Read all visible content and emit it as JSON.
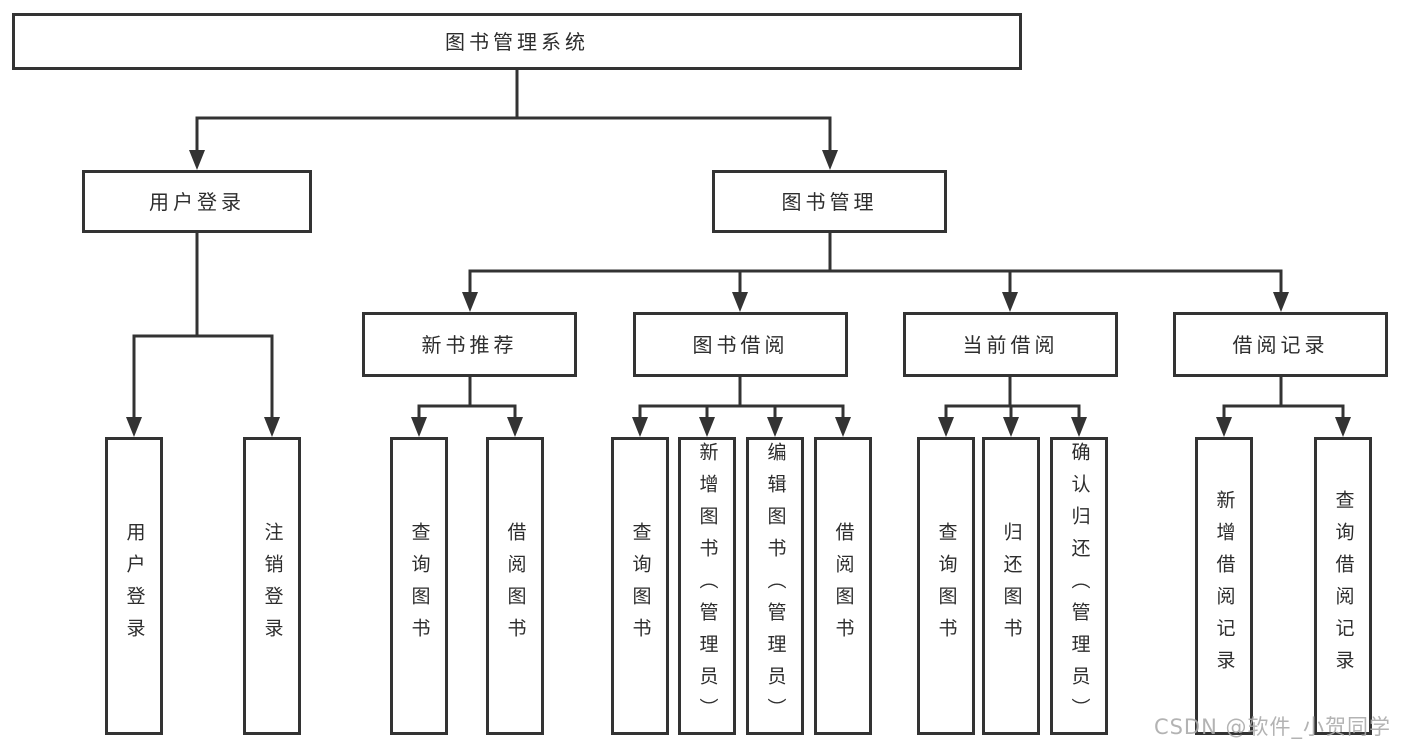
{
  "diagram": {
    "type": "hierarchy-tree",
    "tree": {
      "label": "图书管理系统",
      "children": [
        {
          "label": "用户登录",
          "children": [
            {
              "label": "用户登录"
            },
            {
              "label": "注销登录"
            }
          ]
        },
        {
          "label": "图书管理",
          "children": [
            {
              "label": "新书推荐",
              "children": [
                {
                  "label": "查询图书"
                },
                {
                  "label": "借阅图书"
                }
              ]
            },
            {
              "label": "图书借阅",
              "children": [
                {
                  "label": "查询图书"
                },
                {
                  "label": "新增图书（管理员）"
                },
                {
                  "label": "编辑图书（管理员）"
                },
                {
                  "label": "借阅图书"
                }
              ]
            },
            {
              "label": "当前借阅",
              "children": [
                {
                  "label": "查询图书"
                },
                {
                  "label": "归还图书"
                },
                {
                  "label": "确认归还（管理员）"
                }
              ]
            },
            {
              "label": "借阅记录",
              "children": [
                {
                  "label": "新增借阅记录"
                },
                {
                  "label": "查询借阅记录"
                }
              ]
            }
          ]
        }
      ]
    }
  },
  "watermark": {
    "text": "CSDN @软件_小贺同学"
  },
  "colors": {
    "background": "#ffffff",
    "line": "#333333",
    "box_border": "#333333",
    "text": "#2d2d2d",
    "watermark": "#ababab"
  }
}
